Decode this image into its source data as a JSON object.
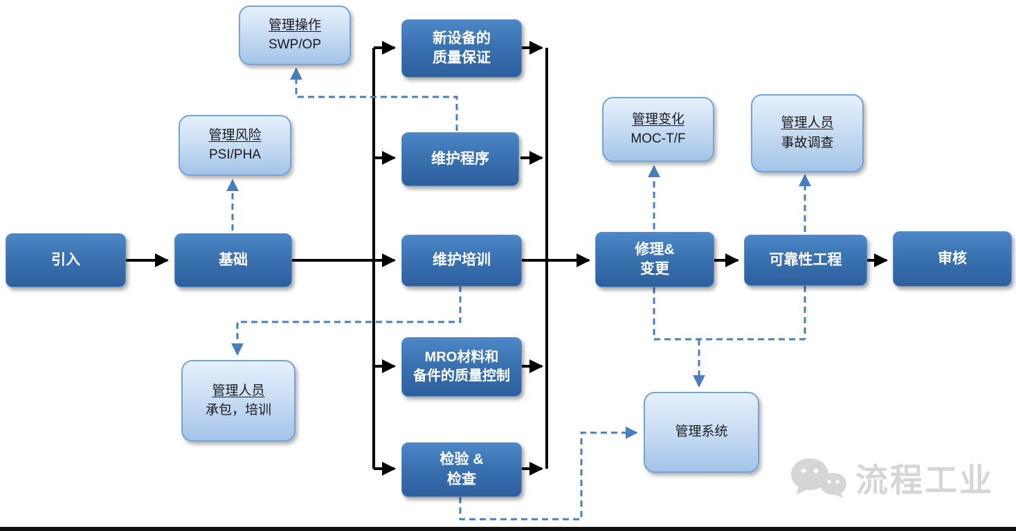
{
  "boxes": {
    "intro": {
      "label": "引入"
    },
    "base": {
      "label": "基础"
    },
    "new_equipment": {
      "line1": "新设备的",
      "line2": "质量保证"
    },
    "maintenance_procedure": {
      "label": "维护程序"
    },
    "maintenance_training": {
      "label": "维护培训"
    },
    "mro": {
      "line1": "MRO材料和",
      "line2": "备件的质量控制"
    },
    "inspection": {
      "line1": "检验 &",
      "line2": "检查"
    },
    "repair_change": {
      "line1": "修理&",
      "line2": "变更"
    },
    "reliability": {
      "label": "可靠性工程"
    },
    "audit": {
      "label": "审核"
    }
  },
  "annotations": {
    "swp": {
      "line1": "管理操作",
      "line2": "SWP/OP"
    },
    "psi": {
      "line1": "管理风险",
      "line2": "PSI/PHA"
    },
    "moc": {
      "line1": "管理变化",
      "line2": "MOC-T/F"
    },
    "incident": {
      "line1": "管理人员",
      "line2": "事故调查"
    },
    "contractor": {
      "line1": "管理人员",
      "line2": "承包，培训"
    },
    "management_system": {
      "label": "管理系统"
    }
  },
  "watermark": {
    "text": "流程工业"
  },
  "colors": {
    "dark_box_top": "#4d87c7",
    "dark_box_bottom": "#2d5f9e",
    "light_box_top": "#e6f0fc",
    "light_box_bottom": "#a3c4e8",
    "solid_arrow": "#000000",
    "dashed_arrow": "#4a7ebb"
  }
}
